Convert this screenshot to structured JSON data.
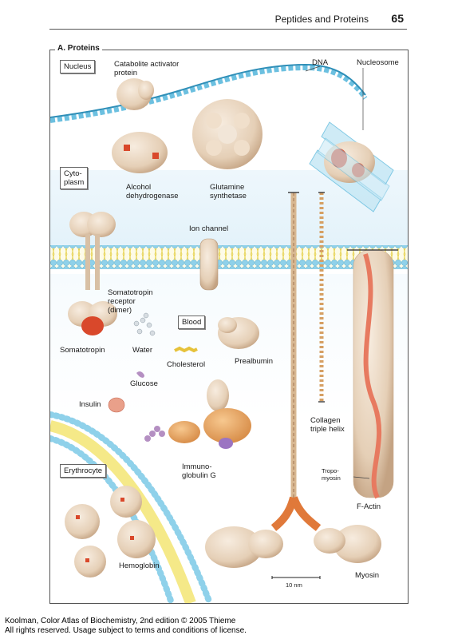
{
  "header": {
    "title": "Peptides and Proteins",
    "page_number": "65"
  },
  "panel": {
    "title": "A. Proteins"
  },
  "labels": {
    "nucleus": "Nucleus",
    "cytoplasm": "Cyto-\nplasm",
    "blood": "Blood",
    "erythrocyte": "Erythrocyte",
    "cap": "Catabolite activator\nprotein",
    "dna": "DNA",
    "nucleosome": "Nucleosome",
    "alcohol_dh": "Alcohol\ndehydrogenase",
    "glutamine": "Glutamine\nsynthetase",
    "ion_channel": "Ion channel",
    "receptor": "Somatotropin\nreceptor\n(dimer)",
    "somatotropin": "Somatotropin",
    "water": "Water",
    "cholesterol": "Cholesterol",
    "prealbumin": "Prealbumin",
    "glucose": "Glucose",
    "insulin": "Insulin",
    "collagen": "Collagen\ntriple helix",
    "immunoglobulin": "Immuno-\nglobulin G",
    "tropomyosin": "Tropo-\nmyosin",
    "factin": "F-Actin",
    "hemoglobin": "Hemoglobin",
    "myosin": "Myosin",
    "scale": "10 nm"
  },
  "footer": {
    "line1": "Koolman, Color Atlas of Biochemistry, 2nd edition © 2005 Thieme",
    "line2": "All rights reserved. Usage subject to terms and conditions of license."
  },
  "colors": {
    "protein": "#e8d5bf",
    "protein_shade": "#c9ab8c",
    "heme_red": "#d9482b",
    "membrane_blue": "#8fd1ea",
    "membrane_yellow": "#f3e46a",
    "dna_blue": "#6cc0e0",
    "myosin_orange": "#e0793a",
    "igg_orange": "#f0b070",
    "actin_pink": "#e77a60"
  }
}
